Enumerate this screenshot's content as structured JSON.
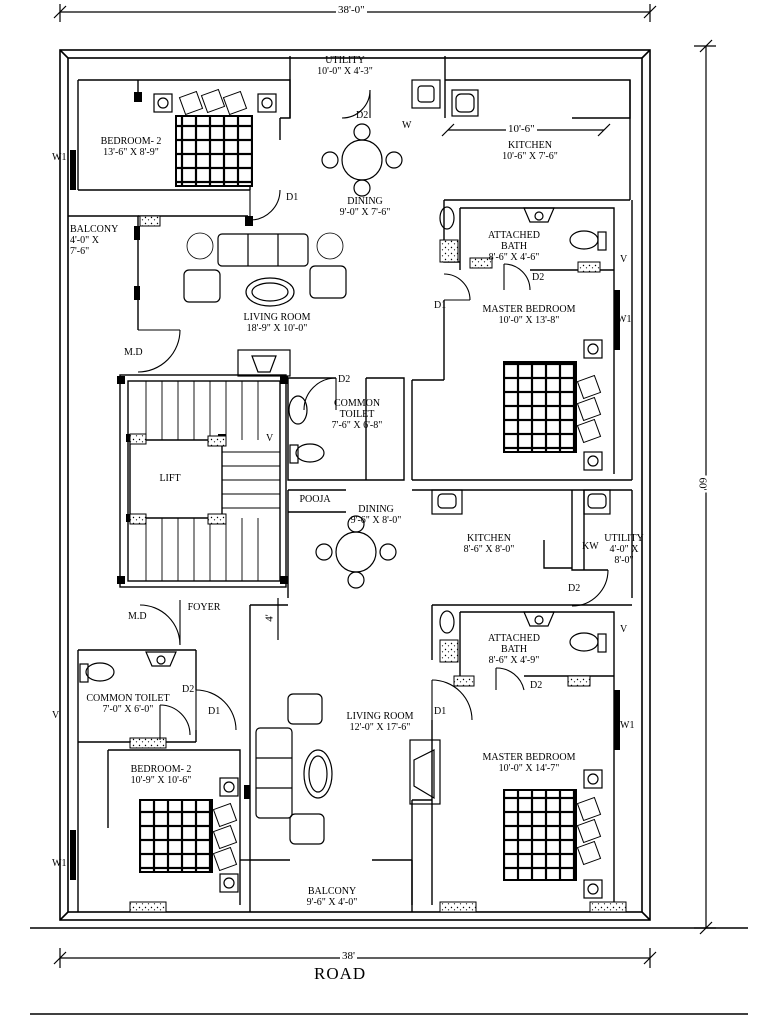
{
  "dimensions": {
    "top_width": "38'-0\"",
    "bottom_width": "38'",
    "right_height": "60'",
    "kitchen_upper_width": "10'-6\"",
    "foyer_gap": "4'"
  },
  "road_label": "ROAD",
  "rooms": {
    "utility_top": {
      "name": "UTILITY",
      "size": "10'-0\" X 4'-3\""
    },
    "bedroom2_top": {
      "name": "BEDROOM- 2",
      "size": "13'-6\" X 8'-9\""
    },
    "kitchen_top": {
      "name": "KITCHEN",
      "size": "10'-6\" X 7'-6\""
    },
    "dining_top": {
      "name": "DINING",
      "size": "9'-0\" X 7'-6\""
    },
    "balcony_top": {
      "name": "BALCONY",
      "size_line1": "4'-0\" X",
      "size_line2": "7'-6\""
    },
    "bath_top": {
      "name_line1": "ATTACHED",
      "name_line2": "BATH",
      "size": "8'-6\" X 4'-6\""
    },
    "living_top": {
      "name": "LIVING ROOM",
      "size": "18'-9\" X 10'-0\""
    },
    "master_top": {
      "name": "MASTER BEDROOM",
      "size": "10'-0\" X 13'-8\""
    },
    "toilet_mid": {
      "name": "COMMON",
      "name2": "TOILET",
      "size": "7'-6\" X 6'-8\""
    },
    "lift": {
      "name": "LIFT"
    },
    "pooja": {
      "name": "POOJA"
    },
    "dining_bottom": {
      "name": "DINING",
      "size": "9'-6\" X 8'-0\""
    },
    "kitchen_bottom": {
      "name": "KITCHEN",
      "size": "8'-6\" X 8'-0\""
    },
    "utility_bottom": {
      "name": "UTILITY",
      "size_line1": "4'-0\" X",
      "size_line2": "8'-0\""
    },
    "foyer": {
      "name": "FOYER"
    },
    "bath_bottom": {
      "name_line1": "ATTACHED",
      "name_line2": "BATH",
      "size": "8'-6\" X 4'-9\""
    },
    "toilet_bottom": {
      "name": "COMMON TOILET",
      "size": "7'-0\" X 6'-0\""
    },
    "living_bottom": {
      "name": "LIVING ROOM",
      "size": "12'-0\" X 17'-6\""
    },
    "bedroom2_bottom": {
      "name": "BEDROOM- 2",
      "size": "10'-9\" X 10'-6\""
    },
    "master_bottom": {
      "name": "MASTER BEDROOM",
      "size": "10'-0\" X 14'-7\""
    },
    "balcony_bottom": {
      "name": "BALCONY",
      "size": "9'-6\" X 4'-0\""
    }
  },
  "tags": {
    "d1": "D1",
    "d2": "D2",
    "w": "W",
    "w1": "W1",
    "v": "V",
    "kw": "KW",
    "md": "M.D"
  }
}
